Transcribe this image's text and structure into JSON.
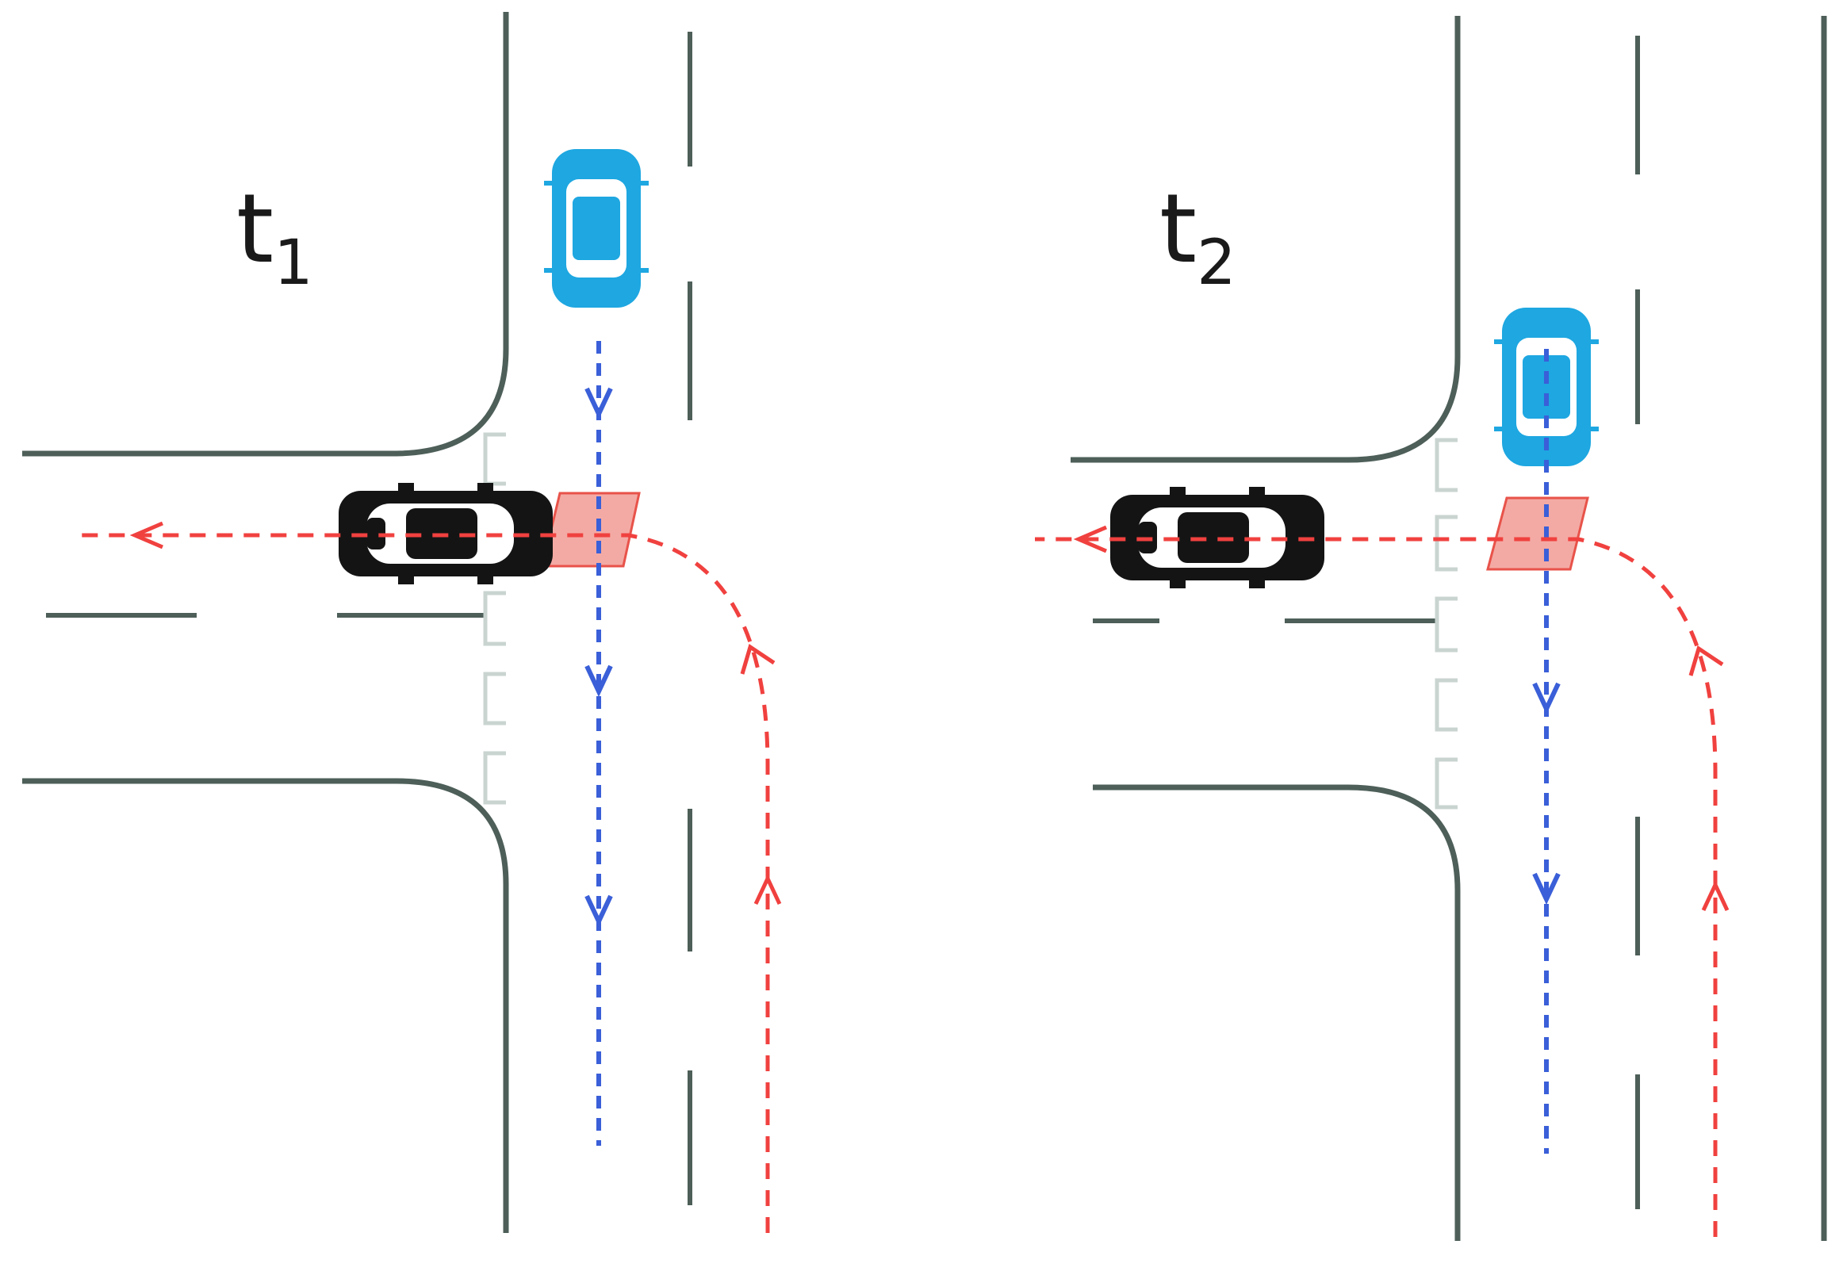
{
  "panels": [
    {
      "id": "t1",
      "label_main": "t",
      "label_sub": "1"
    },
    {
      "id": "t2",
      "label_main": "t",
      "label_sub": "2"
    }
  ],
  "colors": {
    "road_edge": "#4d5f58",
    "lane_mark": "#4d5f58",
    "crosswalk": "#c9d4d0",
    "turning_path": "#f0413f",
    "straight_path": "#3a5fd8",
    "conflict_zone_fill": "#f29b94",
    "conflict_zone_stroke": "#e8534a",
    "straight_car": "#1ea7e1",
    "turning_car": "#141414"
  },
  "icons": {
    "straight_car": "blue-car-icon",
    "turning_car": "black-car-icon"
  }
}
